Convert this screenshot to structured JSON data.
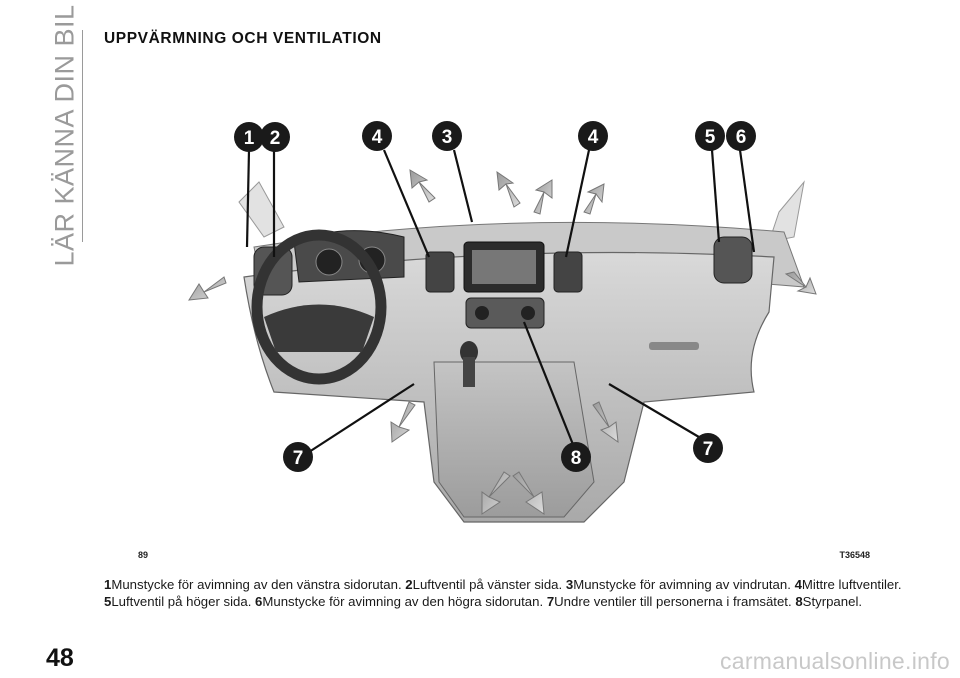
{
  "sidebar": {
    "chapter": "LÄR KÄNNA DIN BIL"
  },
  "section": {
    "title": "UPPVÄRMNING OCH VENTILATION"
  },
  "figure": {
    "number": "89",
    "code": "T36548",
    "callouts": [
      "1",
      "2",
      "4",
      "3",
      "4",
      "5",
      "6",
      "7",
      "8",
      "7"
    ]
  },
  "caption": {
    "items": [
      {
        "num": "1",
        "text": "Munstycke för avimning av den vänstra sidorutan."
      },
      {
        "num": "2",
        "text": "Luftventil på vänster sida."
      },
      {
        "num": "3",
        "text": "Munstycke för avimning av vindrutan."
      },
      {
        "num": "4",
        "text": "Mittre luftventiler."
      },
      {
        "num": "5",
        "text": "Luftventil på höger sida."
      },
      {
        "num": "6",
        "text": "Munstycke för avimning av den högra sidorutan."
      },
      {
        "num": "7",
        "text": "Undre ventiler till personerna i framsätet."
      },
      {
        "num": "8",
        "text": "Styrpanel."
      }
    ]
  },
  "footer": {
    "page": "48",
    "watermark": "carmanualsonline.info"
  },
  "colors": {
    "text": "#1a1a1a",
    "sidebar": "#9a9a9a",
    "callout_fill": "#1a1a1a",
    "callout_text": "#ffffff"
  }
}
